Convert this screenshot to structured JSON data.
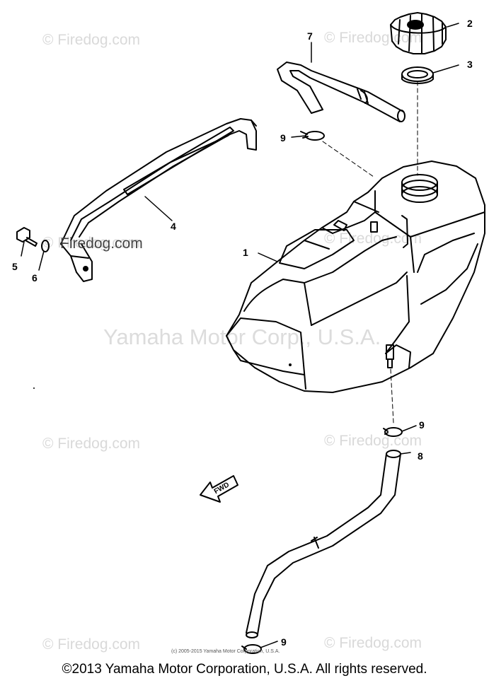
{
  "watermarks": {
    "firedog": "© Firedog.com",
    "firedog_ref": "Firedog.com",
    "center": "Yamaha Motor Corp., U.S.A."
  },
  "callouts": {
    "tank": "1",
    "cap": "2",
    "gasket": "3",
    "band": "4",
    "bolt": "5",
    "washer": "6",
    "breather_hose": "7",
    "fuel_hose": "8",
    "clip_top": "9",
    "clip_mid": "9",
    "clip_bottom": "9"
  },
  "fwd_label": "FWD",
  "small_copyright": "(c) 2005-2015 Yamaha Motor Corporation, U.S.A.",
  "footer": "©2013 Yamaha Motor Corporation, U.S.A. All rights reserved."
}
